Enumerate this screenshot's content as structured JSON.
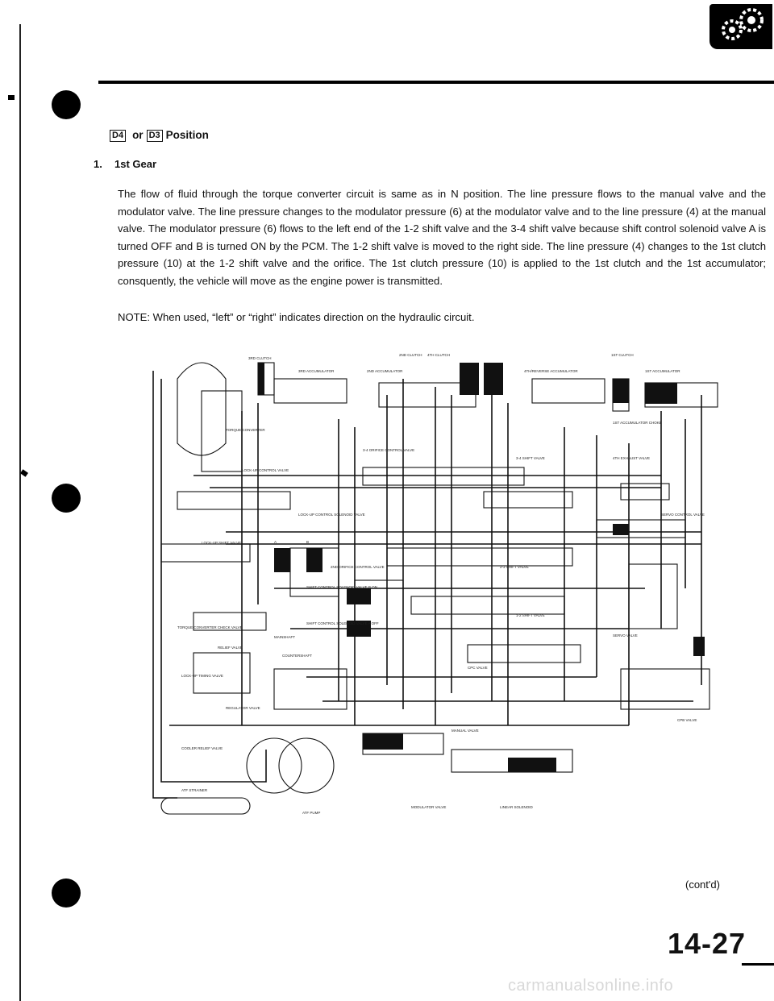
{
  "heading": {
    "icon1": "D4",
    "conjunction": "or",
    "icon2": "D3",
    "text": "Position"
  },
  "subheading": {
    "number": "1.",
    "text": "1st Gear"
  },
  "paragraph": "The flow of fluid through the torque converter circuit is same as in N position. The line pressure flows to the manual valve and the modulator valve. The line pressure changes to the modulator pressure (6) at the modulator valve and to the line pressure (4) at the manual valve. The modulator pressure (6) flows to the left end of the 1-2 shift valve and the 3-4 shift valve because shift control solenoid valve A is turned OFF and B is turned ON by the PCM. The 1-2 shift valve is moved to the right side. The line pressure (4) changes to the 1st clutch pressure (10) at the 1-2 shift valve and the orifice. The 1st clutch pressure (10) is applied to the 1st clutch and the 1st accumulator; consquently, the vehicle will move as the engine power is transmitted.",
  "note": "NOTE: When used, “left” or “right” indicates direction on the hydraulic circuit.",
  "diagram_labels": {
    "l01": "3RD CLUTCH",
    "l02": "2ND CLUTCH",
    "l03": "4TH CLUTCH",
    "l04": "1ST CLUTCH",
    "l05": "3RD ACCUMULATOR",
    "l06": "2ND ACCUMULATOR",
    "l07": "4TH/REVERSE ACCUMULATOR",
    "l08": "1ST ACCUMULATOR",
    "l09": "1ST ACCUMULATOR CHOKE",
    "l10": "TORQUE CONVERTER",
    "l11": "3-4 ORIFICE CONTROL VALVE",
    "l12": "3-4 SHIFT VALVE",
    "l13": "4TH EXHAUST VALVE",
    "l14": "LOCK-UP CONTROL VALVE",
    "l15": "LOCK-UP CONTROL SOLENOID VALVE",
    "l16": "SERVO CONTROL VALVE",
    "l17": "LOCK-UP SHIFT VALVE",
    "l18": "A",
    "l19": "B",
    "l20": "2ND ORIFICE CONTROL VALVE",
    "l21": "2-3 SHIFT VALVE",
    "l22": "SHIFT CONTROL SOLENOID VALVE B ON",
    "l23": "SHIFT CONTROL SOLENOID VALVE A OFF",
    "l24": "1-2 SHIFT VALVE",
    "l25": "TORQUE CONVERTER CHECK VALVE",
    "l26": "MAINSHAFT",
    "l27": "COUNTERSHAFT",
    "l28": "SERVO VALVE",
    "l29": "RELIEF VALVE",
    "l30": "LOCK-UP TIMING VALVE",
    "l31": "CPC VALVE",
    "l32": "REGULATOR VALVE",
    "l33": "CPB VALVE",
    "l34": "MANUAL VALVE",
    "l35": "COOLER RELIEF VALVE",
    "l36": "ATF STRAINER",
    "l37": "MODULATOR VALVE",
    "l38": "LINEAR SOLENOID",
    "l39": "ATF PUMP"
  },
  "footer": {
    "contd": "(cont'd)",
    "page_number": "14-27",
    "watermark": "carmanualsonline.info"
  }
}
